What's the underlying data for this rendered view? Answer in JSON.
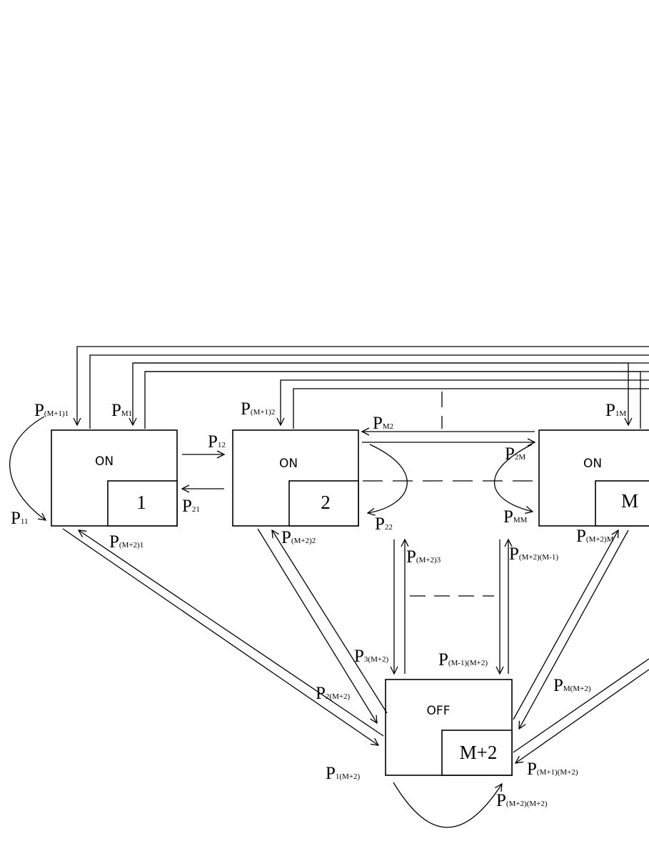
{
  "states": [
    {
      "id": "state-1",
      "label": "ON",
      "number": "1"
    },
    {
      "id": "state-2",
      "label": "ON",
      "number": "2"
    },
    {
      "id": "state-m",
      "label": "ON",
      "number": "M"
    },
    {
      "id": "state-off",
      "label": "OFF",
      "number": "M+2"
    }
  ],
  "transitions": {
    "p_m1_1": {
      "main": "P",
      "sub": "(M+1)1"
    },
    "p_m1": {
      "main": "P",
      "sub": "M1"
    },
    "p_m1_2": {
      "main": "P",
      "sub": "(M+1)2"
    },
    "p_m2": {
      "main": "P",
      "sub": "M2"
    },
    "p_1m": {
      "main": "P",
      "sub": "1M"
    },
    "p_12": {
      "main": "P",
      "sub": "12"
    },
    "p_21": {
      "main": "P",
      "sub": "21"
    },
    "p_2m": {
      "main": "P",
      "sub": "2M"
    },
    "p_mm": {
      "main": "P",
      "sub": "MM"
    },
    "p_11": {
      "main": "P",
      "sub": "11"
    },
    "p_22": {
      "main": "P",
      "sub": "22"
    },
    "p_m2_1": {
      "main": "P",
      "sub": "(M+2)1"
    },
    "p_m2_2": {
      "main": "P",
      "sub": "(M+2)2"
    },
    "p_m2_3": {
      "main": "P",
      "sub": "(M+2)3"
    },
    "p_m2_m1": {
      "main": "P",
      "sub": "(M+2)(M-1)"
    },
    "p_m2_m": {
      "main": "P",
      "sub": "(M+2)M"
    },
    "p_3_m2": {
      "main": "P",
      "sub": "3(M+2)"
    },
    "p_m1_m2": {
      "main": "P",
      "sub": "(M-1)(M+2)"
    },
    "p_2_m2": {
      "main": "P",
      "sub": "2(M+2)"
    },
    "p_m_m2": {
      "main": "P",
      "sub": "M(M+2)"
    },
    "p_1_m2": {
      "main": "P",
      "sub": "1(M+2)"
    },
    "p_m1p_m2": {
      "main": "P",
      "sub": "(M+1)(M+2)"
    },
    "p_m2_m2": {
      "main": "P",
      "sub": "(M+2)(M+2)"
    }
  }
}
